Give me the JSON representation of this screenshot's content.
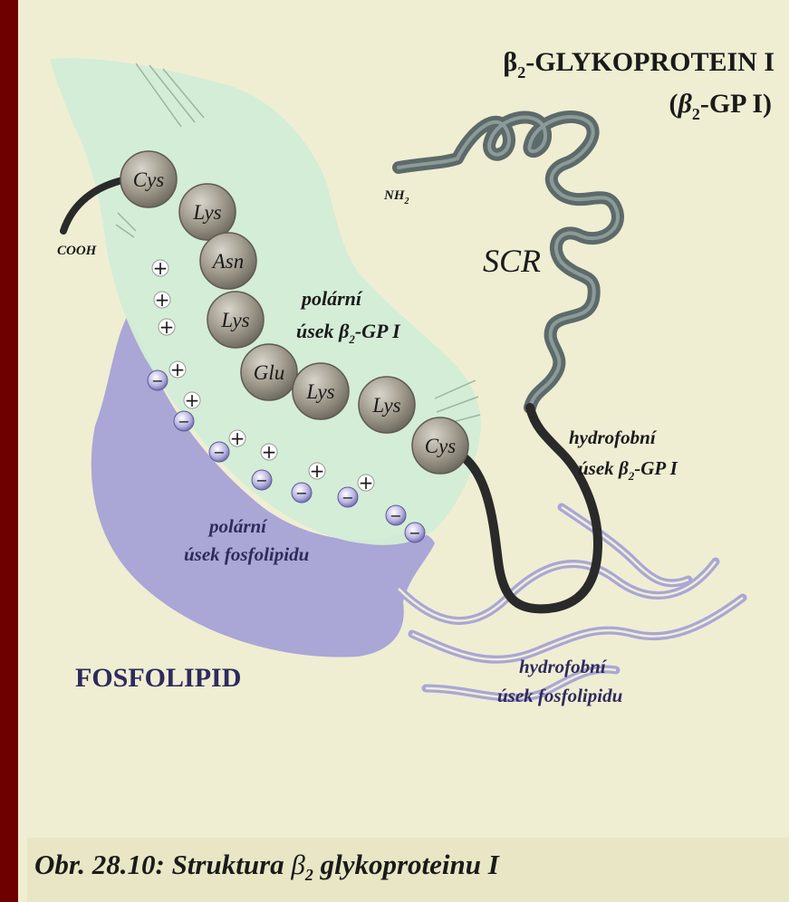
{
  "title": {
    "line1_main": "-GLYKOPROTEIN I",
    "line1_beta": "β",
    "line1_sub": "2",
    "line2_open": "(",
    "line2_beta": "β",
    "line2_sub": "2",
    "line2_rest": "-GP I)"
  },
  "terminals": {
    "nh2": "NH",
    "nh2_sub": "2",
    "cooh": "COOH"
  },
  "scr_label": "SCR",
  "residues": [
    "Cys",
    "Lys",
    "Asn",
    "Lys",
    "Glu",
    "Lys",
    "Lys",
    "Cys"
  ],
  "labels": {
    "polar_protein_1": "polární",
    "polar_protein_2a": "úsek ",
    "polar_protein_beta": "β",
    "polar_protein_sub": "2",
    "polar_protein_2b": "-GP I",
    "hydrophobic_protein_1": "hydrofobní",
    "hydrophobic_protein_2a": "úsek ",
    "hydrophobic_protein_beta": "β",
    "hydrophobic_protein_sub": "2",
    "hydrophobic_protein_2b": "-GP I",
    "polar_lipid_1": "polární",
    "polar_lipid_2": "úsek fosfolipidu",
    "hydrophobic_lipid_1": "hydrofobní",
    "hydrophobic_lipid_2": "úsek fosfolipidu",
    "fosfolipid": "FOSFOLIPID"
  },
  "charges": {
    "plus": "+",
    "minus": "−"
  },
  "caption": {
    "prefix": "Obr. 28.10: Struktura ",
    "beta": "β",
    "sub": "2",
    "suffix": " glykoproteinu I"
  },
  "colors": {
    "frame": "#6e0000",
    "background": "#efeed3",
    "protein_region": "#d2ecd6",
    "lipid_region": "#aaa6d6",
    "chain": "#5c6a6a",
    "residue": "#a39d90",
    "title_text": "#1a1a1a",
    "lipid_text": "#2e2a5c"
  }
}
